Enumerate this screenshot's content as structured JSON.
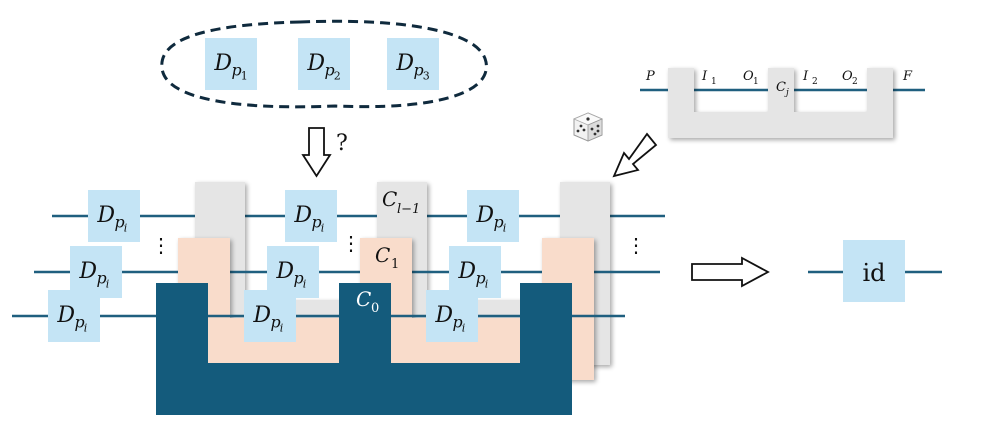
{
  "colors": {
    "wire": "#1f5f7f",
    "box_fill": "#c4e4f5",
    "dark_comb": "#145b7c",
    "peach_comb": "#f9dccb",
    "gray_comb": "#e5e5e5",
    "arrow_fill": "#ffffff",
    "arrow_stroke": "#111111"
  },
  "channels": {
    "group": [
      {
        "main": "D",
        "sub": "p",
        "subsub": "1"
      },
      {
        "main": "D",
        "sub": "p",
        "subsub": "2"
      },
      {
        "main": "D",
        "sub": "p",
        "subsub": "3"
      }
    ],
    "repeat": {
      "main": "D",
      "sub": "p",
      "subsub": "i"
    }
  },
  "question_mark": "?",
  "combs": {
    "c0": {
      "main": "C",
      "sub": "0"
    },
    "c1": {
      "main": "C",
      "sub": "1"
    },
    "cl1": {
      "main": "C",
      "sub": "l−1"
    }
  },
  "ellipsis": "⋮",
  "example_comb": {
    "ports": [
      {
        "main": "P",
        "sub": ""
      },
      {
        "main": "I",
        "sub": "1"
      },
      {
        "main": "O",
        "sub": "1"
      },
      {
        "main": "I",
        "sub": "2"
      },
      {
        "main": "O",
        "sub": "2"
      },
      {
        "main": "F",
        "sub": ""
      }
    ],
    "name": {
      "main": "C",
      "sub": "j"
    }
  },
  "dice_icon": "dice-icon",
  "identity_label": "id"
}
